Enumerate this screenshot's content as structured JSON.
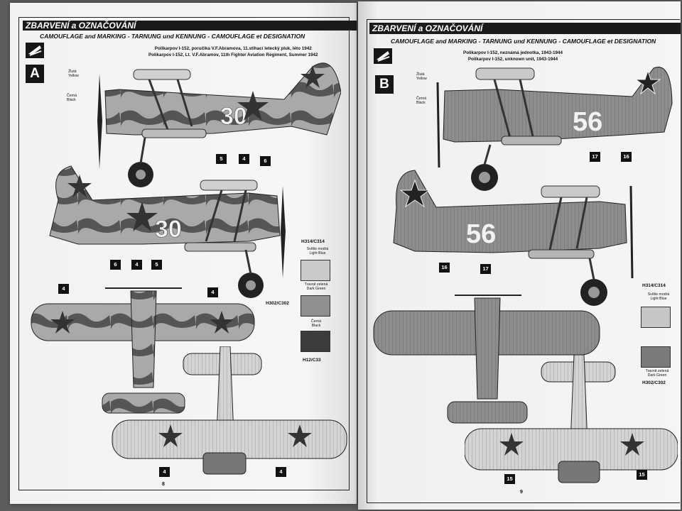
{
  "pages": {
    "left": {
      "header": "ZBARVENÍ a OZNAČOVÁNÍ",
      "subheader": "CAMOUFLAGE and MARKING - TARNUNG und KENNUNG - CAMOUFLAGE et DESIGNATION",
      "option_letter": "A",
      "description_cz": "Polikarpov I-152, poručika V.F.Abramova, 11.stíhací letecký pluk, léto 1942",
      "description_en": "Polikarpov I-152, Lt. V.F.Abramov, 11th Fighter Aviation Regiment, Summer 1942",
      "side_labels": {
        "yellow_cz": "Žlutá",
        "yellow_en": "Yellow",
        "black_cz": "Černá",
        "black_en": "Black"
      },
      "aircraft_number": "30",
      "callouts_top": [
        "5",
        "4",
        "6"
      ],
      "callouts_side2": [
        "6",
        "4",
        "5"
      ],
      "callouts_upper": [
        "4",
        "4"
      ],
      "callouts_lower": [
        "4",
        "4"
      ],
      "colors": [
        {
          "code_top": "H314/C314",
          "name_cz": "Světle modrá",
          "name_en": "Light Blue",
          "hex": "#c9c9c9"
        },
        {
          "code_top": "H302/C302",
          "name_cz": "Travně zelená",
          "name_en": "Dark Green",
          "hex": "#8f8f8f"
        },
        {
          "name_cz": "Černá",
          "name_en": "Black",
          "code_bottom": "H12/C33",
          "hex": "#3c3c3c"
        }
      ],
      "page_number": "8"
    },
    "right": {
      "header": "ZBARVENÍ a OZNAČOVÁNÍ",
      "subheader": "CAMOUFLAGE and MARKING - TARNUNG und KENNUNG - CAMOUFLAGE et DESIGNATION",
      "option_letter": "B",
      "description_cz": "Polikarpov I-152, neznámá jednotka, 1943-1944",
      "description_en": "Polikarpov I-152, unknown unit, 1943-1944",
      "side_labels": {
        "yellow_cz": "Žlutá",
        "yellow_en": "Yellow",
        "black_cz": "Černá",
        "black_en": "Black"
      },
      "aircraft_number": "56",
      "callouts_top": [
        "17",
        "16"
      ],
      "callouts_side2": [
        "16",
        "17"
      ],
      "callouts_lower": [
        "15",
        "15"
      ],
      "colors": [
        {
          "code_top": "H314/C314",
          "name_cz": "Světle modrá",
          "name_en": "Light Blue",
          "hex": "#c6c6c6"
        },
        {
          "name_cz": "Travně zelená",
          "name_en": "Dark Green",
          "code_bottom": "H302/C302",
          "hex": "#7a7a7a"
        }
      ],
      "page_number": "9"
    }
  }
}
